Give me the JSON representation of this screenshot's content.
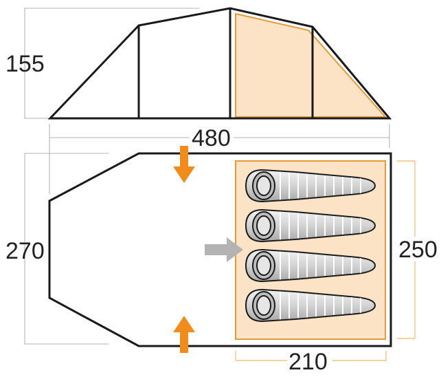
{
  "dimensions": {
    "height": "155",
    "length": "480",
    "width": "270",
    "inner_width": "250",
    "inner_length": "210"
  },
  "colors": {
    "outline": "#1a1a1a",
    "inner_fill": "#fce3c6",
    "inner_stroke": "#e59a3c",
    "door_arrow": "#f08c1e",
    "vent_arrow": "#b3b3b3",
    "sleeping_bag": "#d9d9d9"
  },
  "sleeping_bags": {
    "count": 4
  }
}
